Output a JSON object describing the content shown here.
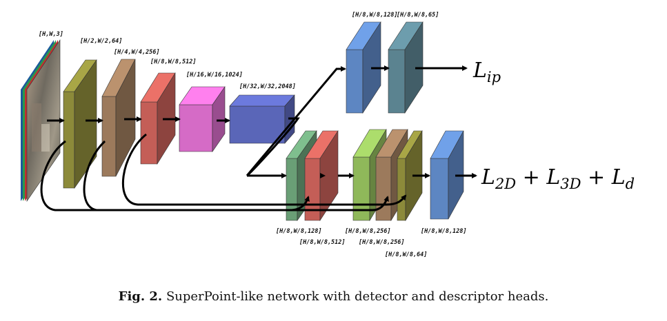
{
  "encoder": {
    "input_label": "[H,W,3]",
    "blocks": [
      {
        "label": "[H/2,W/2,64]",
        "color": "#8c8a3a"
      },
      {
        "label": "[H/4,W/4,256]",
        "color": "#9c7a5c"
      },
      {
        "label": "[H/8,W/8,512]",
        "color": "#c45e57"
      },
      {
        "label": "[H/16,W/16,1024]",
        "color": "#d56bc6"
      },
      {
        "label": "[H/32,W/32,2048]",
        "color": "#5a66b8"
      }
    ]
  },
  "interest_point_head": {
    "blocks": [
      {
        "label": "[H/8,W/8,128]",
        "color": "#5d86c2"
      },
      {
        "label": "[H/8,W/8,65]",
        "color": "#5b8390"
      }
    ],
    "loss": "L_ip"
  },
  "descriptor_head": {
    "blocks": [
      {
        "label": "[H/8,W/8,128]",
        "color": "#6a9f76"
      },
      {
        "label": "[H/8,W/8,512]",
        "color": "#c45e57"
      },
      {
        "label": "[H/8,W/8,256]",
        "color": "#8fb85a"
      },
      {
        "label": "[H/8,W/8,256]",
        "color": "#9c7a5c"
      },
      {
        "label": "[H/8,W/8,64]",
        "color": "#8c8a3a"
      },
      {
        "label": "[H/8,W/8,128]",
        "color": "#5d86c2"
      }
    ],
    "loss": "L_2D + L_3D + L_d"
  },
  "caption": {
    "fig_label": "Fig. 2.",
    "text": "SuperPoint-like network with detector and descriptor heads."
  }
}
